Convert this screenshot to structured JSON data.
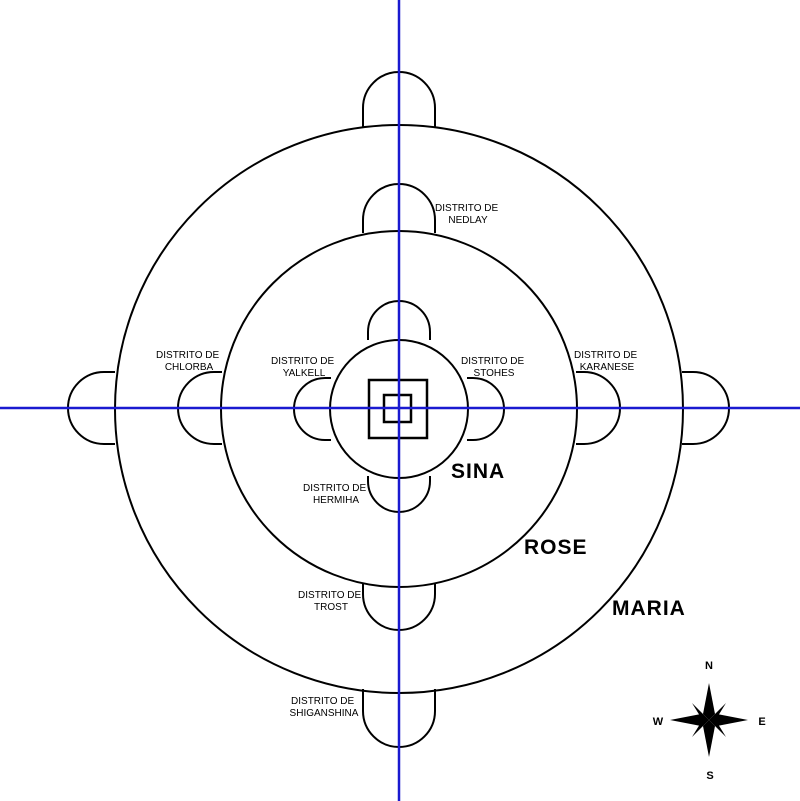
{
  "walls": {
    "maria": "MARIA",
    "rose": "ROSE",
    "sina": "SINA"
  },
  "districts": {
    "nedlay": [
      "DISTRITO DE",
      "NEDLAY"
    ],
    "chlorba": [
      "DISTRITO DE",
      "CHLORBA"
    ],
    "yalkell": [
      "DISTRITO DE",
      "YALKELL"
    ],
    "stohes": [
      "DISTRITO DE",
      "STOHES"
    ],
    "karanese": [
      "DISTRITO DE",
      "KARANESE"
    ],
    "hermiha": [
      "DISTRITO DE",
      "HERMIHA"
    ],
    "trost": [
      "DISTRITO DE",
      "TROST"
    ],
    "shiganshina": [
      "DISTRITO DE",
      "SHIGANSHINA"
    ]
  },
  "compass": {
    "n": "N",
    "s": "S",
    "e": "E",
    "w": "W"
  },
  "colors": {
    "axes": "#1a1ad0",
    "lines": "#000000"
  }
}
